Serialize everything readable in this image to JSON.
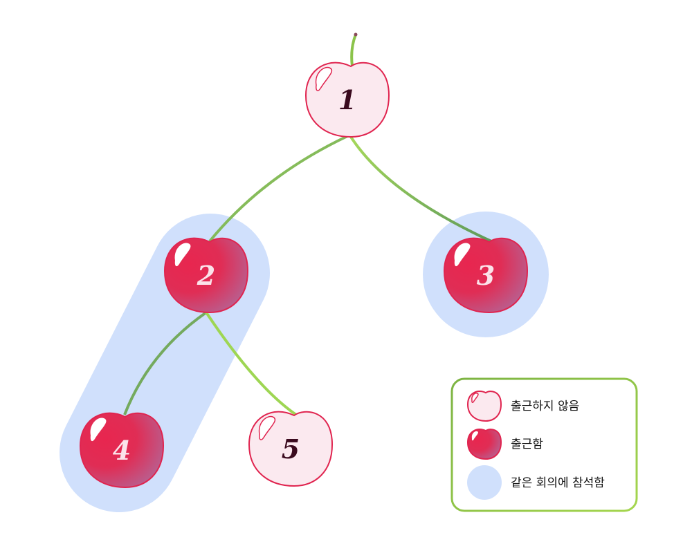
{
  "title": "Cherry attendance tree",
  "colors": {
    "absent_fill": "#fbe9ef",
    "present_fill": "#e3294f",
    "outline": "#e0244f",
    "meeting_group": "#d0e0fc",
    "stem": "#8bc34a",
    "legend_border": "#8bc34a"
  },
  "nodes": [
    {
      "id": "1",
      "label": "1",
      "status": "absent"
    },
    {
      "id": "2",
      "label": "2",
      "status": "present"
    },
    {
      "id": "3",
      "label": "3",
      "status": "present"
    },
    {
      "id": "4",
      "label": "4",
      "status": "present"
    },
    {
      "id": "5",
      "label": "5",
      "status": "absent"
    }
  ],
  "edges": [
    [
      "1",
      "2"
    ],
    [
      "1",
      "3"
    ],
    [
      "2",
      "4"
    ],
    [
      "2",
      "5"
    ]
  ],
  "meeting_groups": [
    [
      "2",
      "4"
    ],
    [
      "3"
    ]
  ],
  "legend": {
    "absent": "출근하지 않음",
    "present": "출근함",
    "same_meeting": "같은 회의에 참석함"
  }
}
